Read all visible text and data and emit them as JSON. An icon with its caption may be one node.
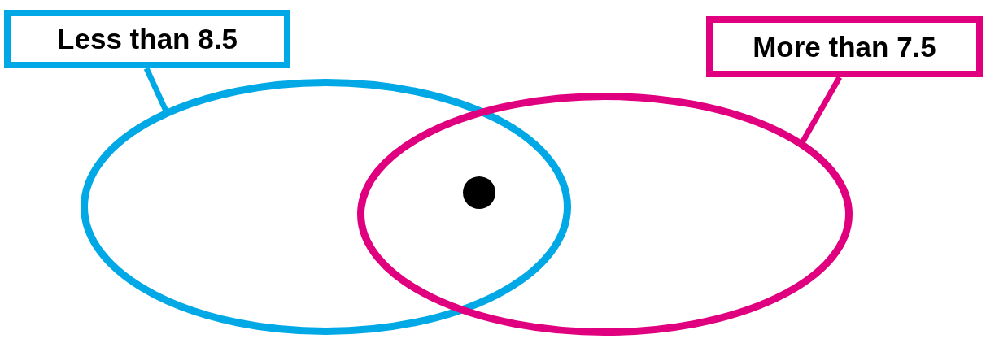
{
  "diagram": {
    "nodes": [
      {
        "text": [
          "Less than 8.5"
        ]
      },
      {
        "text": [],
        "shape": "ellipse"
      },
      {
        "text": [
          "More than 7.5"
        ]
      },
      {
        "text": [],
        "shape": "ellipse"
      },
      {
        "text": [],
        "shape": "circle"
      }
    ],
    "edges": [
      {
        "from": 0,
        "to": 1,
        "arrow": "none",
        "color": "#00a9e6"
      },
      {
        "from": 2,
        "to": 3,
        "arrow": "none",
        "color": "#e0007f"
      }
    ]
  }
}
